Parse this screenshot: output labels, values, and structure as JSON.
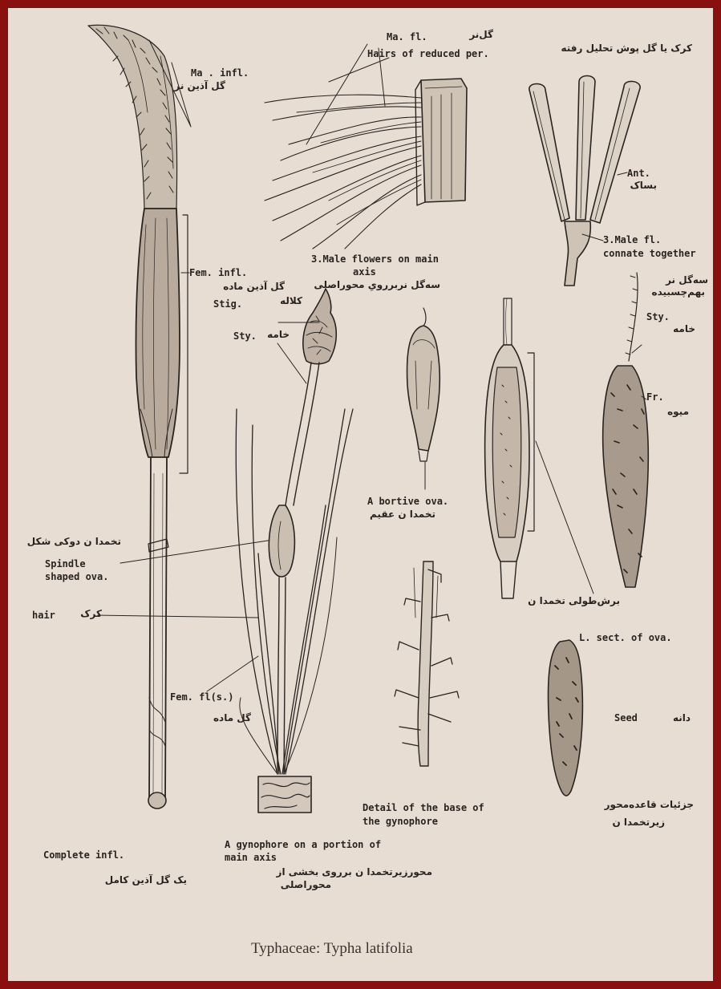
{
  "caption": "Typhaceae: Typha latifolia",
  "colors": {
    "frame": "#8a0f0f",
    "paper": "#e7ddd2",
    "ink": "#2a2421"
  },
  "labels": {
    "ma_infl": "Ma . infl.",
    "ma_infl_fa": "گل آذین نر",
    "ma_fl": "Ma. fl.",
    "ma_fl_fa": "گل‌نر",
    "hairs": "Hairs of reduced per.",
    "hairs_fa": "کرک یا گل پوش تحلیل رفته",
    "ant": "Ant.",
    "ant_fa": "بساک",
    "male_fl_3": "3.Male fl.",
    "connate": "connate together",
    "male_fl_3_fa": "سه‌گل نر",
    "connate_fa": "بهم‌چسبیده",
    "fem_infl": "Fem. infl.",
    "fem_infl_fa": "گل آذین ماده",
    "stig": "Stig.",
    "stig_fa": "کلاله",
    "sty_left": "Sty.",
    "sty_left_fa": "خامه",
    "male_flowers_axis_1": "3.Male flowers on main",
    "male_flowers_axis_2": "axis",
    "male_flowers_axis_fa": "سه‌گل نربررویِ محوراصلی",
    "sty_right": "Sty.",
    "sty_right_fa": "خامه",
    "fr": "Fr.",
    "fr_fa": "میوه",
    "abortive_ova": "A bortive ova.",
    "abortive_ova_fa": "تخمدا ن عقیم",
    "spindle_fa": "تخمدا ن دوکی شکل",
    "spindle_1": "Spindle",
    "spindle_2": "shaped ova.",
    "hair": "hair",
    "hair_fa": "کرک",
    "lsect_fa": "برش‌طولی تخمدا ن",
    "lsect": "L. sect. of ova.",
    "fem_fls": "Fem. fl(s.)",
    "fem_fls_fa": "گل ماده",
    "seed": "Seed",
    "seed_fa": "دانه",
    "detail_1": "Detail  of the base of",
    "detail_2": "the  gynophore",
    "detail_fa_1": "جزئیات  قاعده‌محور",
    "detail_fa_2": "زیرتخمدا ن",
    "complete_infl": "Complete infl.",
    "complete_infl_fa": "یک گل آذین کامل",
    "gynophore_1": "A gynophore on a portion of",
    "gynophore_2": "main axis",
    "gynophore_fa_1": "محورزیرتخمدا ن برروی بخشی از",
    "gynophore_fa_2": "محوراصلی"
  }
}
